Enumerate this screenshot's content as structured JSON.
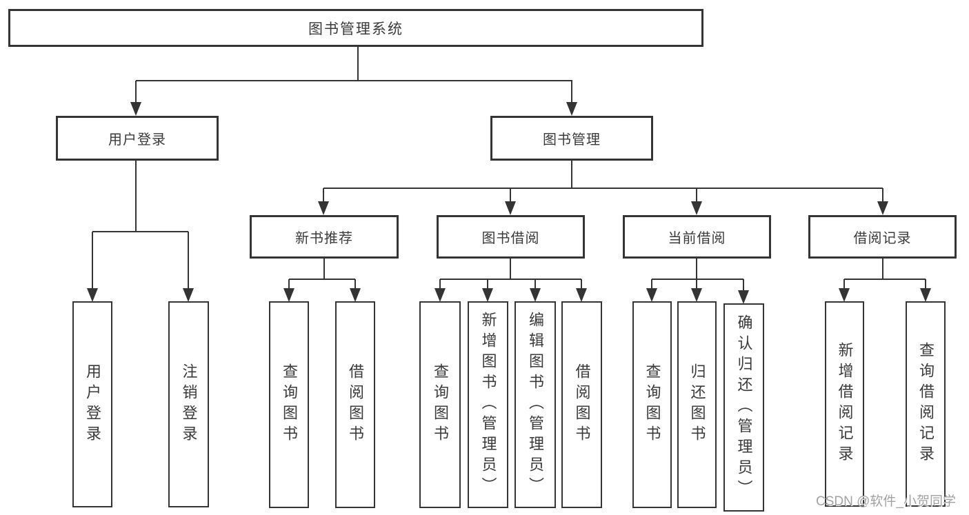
{
  "diagram": {
    "root": "图书管理系统",
    "level2": {
      "user_login": "用户登录",
      "book_mgmt": "图书管理"
    },
    "level3": {
      "new_books": "新书推荐",
      "borrowing": "图书借阅",
      "current": "当前借阅",
      "records": "借阅记录"
    },
    "leaves": {
      "user_login": [
        "用户登录",
        "注销登录"
      ],
      "new_books": [
        "查询图书",
        "借阅图书"
      ],
      "borrowing": [
        "查询图书",
        "新增图书（管理员）",
        "编辑图书（管理员）",
        "借阅图书"
      ],
      "current": [
        "查询图书",
        "归还图书",
        "确认归还（管理员）"
      ],
      "records": [
        "新增借阅记录",
        "查询借阅记录"
      ]
    }
  },
  "colors": {
    "line": "#343434",
    "text": "#3a3a3a",
    "watermark": "#a2a2a2"
  },
  "watermark": "CSDN @软件_小贺同学"
}
